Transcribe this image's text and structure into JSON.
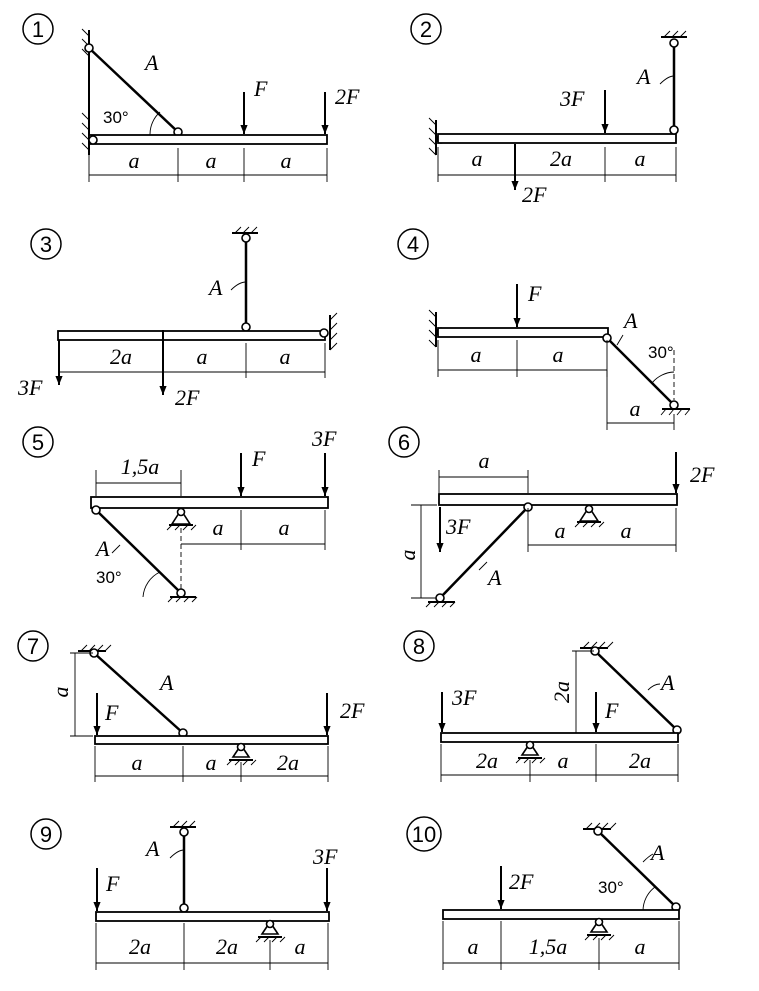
{
  "problems": [
    {
      "number": "1",
      "rod": "A",
      "angle": "30°",
      "loads": [
        "F",
        "2F"
      ],
      "dims": [
        "a",
        "a",
        "a"
      ]
    },
    {
      "number": "2",
      "rod": "A",
      "loads": [
        "3F",
        "2F"
      ],
      "dims": [
        "a",
        "2a",
        "a"
      ]
    },
    {
      "number": "3",
      "rod": "A",
      "loads": [
        "3F",
        "2F"
      ],
      "dims": [
        "2a",
        "a",
        "a"
      ]
    },
    {
      "number": "4",
      "rod": "A",
      "angle": "30°",
      "loads": [
        "F"
      ],
      "dims": [
        "a",
        "a",
        "a"
      ]
    },
    {
      "number": "5",
      "rod": "A",
      "angle": "30°",
      "loads": [
        "F",
        "3F"
      ],
      "dims": [
        "1,5a",
        "a",
        "a"
      ]
    },
    {
      "number": "6",
      "rod": "A",
      "loads": [
        "3F",
        "2F"
      ],
      "dims": [
        "a",
        "a",
        "a",
        "a"
      ]
    },
    {
      "number": "7",
      "rod": "A",
      "loads": [
        "F",
        "2F"
      ],
      "dims": [
        "a",
        "a",
        "a",
        "2a"
      ]
    },
    {
      "number": "8",
      "rod": "A",
      "loads": [
        "3F",
        "F"
      ],
      "dims": [
        "2a",
        "2a",
        "a",
        "2a"
      ]
    },
    {
      "number": "9",
      "rod": "A",
      "loads": [
        "F",
        "3F"
      ],
      "dims": [
        "2a",
        "2a",
        "a"
      ]
    },
    {
      "number": "10",
      "rod": "A",
      "angle": "30°",
      "loads": [
        "2F"
      ],
      "dims": [
        "a",
        "1,5a",
        "a"
      ]
    }
  ]
}
